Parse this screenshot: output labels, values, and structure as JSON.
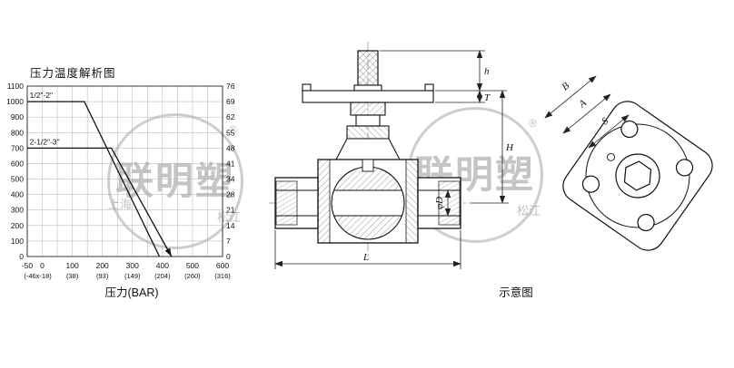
{
  "page": {
    "background": "#ffffff"
  },
  "chart": {
    "title": "压力温度解析图",
    "x_axis_caption": "压力(BAR)"
  },
  "chart_data": {
    "type": "line",
    "title": "压力温度解析图",
    "xlabel": "压力(BAR)",
    "xlim": [
      -50,
      600
    ],
    "ylim": [
      0,
      1100
    ],
    "grid": true,
    "x_ticks": [
      -50,
      0,
      100,
      200,
      300,
      400,
      500,
      600
    ],
    "x_sub_labels": [
      {
        "label": "(-46x-18)",
        "x": -15
      },
      {
        "label": "(38)",
        "x": 100
      },
      {
        "label": "(93)",
        "x": 200
      },
      {
        "label": "(149)",
        "x": 300
      },
      {
        "label": "(204)",
        "x": 400
      },
      {
        "label": "(260)",
        "x": 500
      },
      {
        "label": "(316)",
        "x": 600
      }
    ],
    "y_ticks": [
      0,
      100,
      200,
      300,
      400,
      500,
      600,
      700,
      800,
      900,
      1000,
      1100
    ],
    "y_right_labels": [
      "76",
      "69",
      "62",
      "55",
      "48",
      "41",
      "34",
      "28",
      "21",
      "14",
      "7",
      "0"
    ],
    "series": [
      {
        "name": "1/2\"-2\"",
        "points": [
          [
            -50,
            1000
          ],
          [
            140,
            1000
          ],
          [
            390,
            0
          ]
        ],
        "label_at": [
          -42,
          1000
        ]
      },
      {
        "name": "2-1/2\"-3\"",
        "points": [
          [
            -50,
            700
          ],
          [
            230,
            700
          ],
          [
            430,
            0
          ]
        ],
        "label_at": [
          -42,
          700
        ],
        "arrow_end": true
      }
    ]
  },
  "valve_drawing": {
    "dim_h": "h",
    "dim_T": "T",
    "dim_H": "H",
    "dim_D": "φD",
    "dim_L": "L"
  },
  "flange_drawing": {
    "dim_B": "B",
    "dim_A": "A",
    "dim_S": "S",
    "caption": "示意图"
  },
  "watermark": {
    "big": "联明塑",
    "reg": "®",
    "city": "上海",
    "district": "松江"
  }
}
